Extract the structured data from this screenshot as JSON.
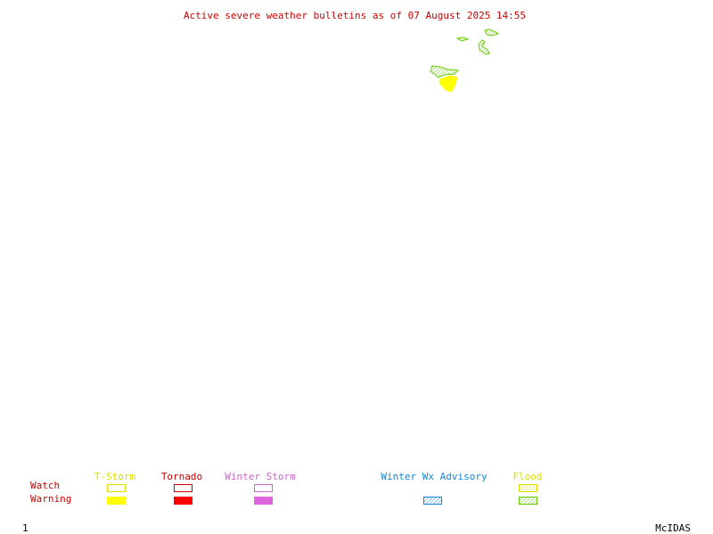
{
  "title": "Active severe weather bulletins as of 07 August 2025 14:55",
  "legend": {
    "row_labels": {
      "watch": "Watch",
      "warning": "Warning"
    },
    "columns": [
      {
        "key": "tstorm",
        "label": "T-Storm",
        "color": "#ffff00"
      },
      {
        "key": "tornado",
        "label": "Tornado",
        "color": "#ff0000"
      },
      {
        "key": "winter_storm",
        "label": "Winter Storm",
        "color": "#dd66dd"
      },
      {
        "key": "winter_wx_advisory",
        "label": "Winter Wx Advisory",
        "color": "#1188dd"
      },
      {
        "key": "flood",
        "label": "Flood",
        "color": "#66cc00",
        "label_color": "#ffff00"
      }
    ],
    "label_color": "#cc0000"
  },
  "map": {
    "active_bulletins": [
      {
        "type": "Flood",
        "level": "Warning"
      },
      {
        "type": "T-Storm",
        "level": "Warning"
      }
    ]
  },
  "footer": {
    "frame_number": "1",
    "software": "McIDAS"
  }
}
